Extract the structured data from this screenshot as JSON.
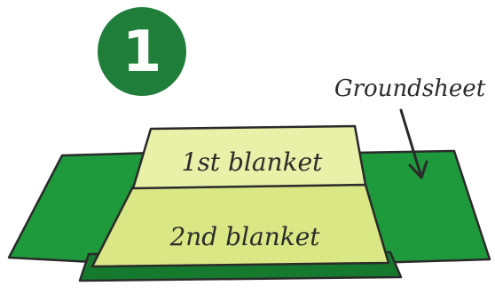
{
  "step": {
    "number": "1",
    "badge_color": "#1f7f3a"
  },
  "labels": {
    "groundsheet": "Groundsheet",
    "blanket_1": "1st blanket",
    "blanket_2": "2nd blanket"
  },
  "colors": {
    "groundsheet": "#1e9a3c",
    "groundsheet_dark": "#167a2e",
    "blanket_1": "#e9f0a8",
    "blanket_2": "#d9e885",
    "outline": "#2a2a2a"
  }
}
